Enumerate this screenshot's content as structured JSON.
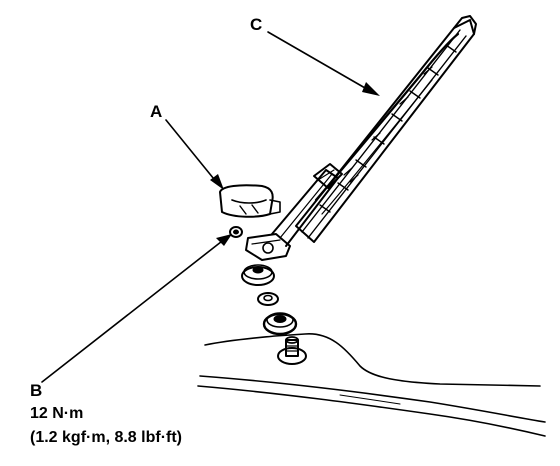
{
  "labels": {
    "a": "A",
    "b": "B",
    "c": "C"
  },
  "torque": {
    "primary": "12 N·m",
    "secondary": "(1.2 kgf·m, 8.8 lbf·ft)"
  },
  "parts": {
    "a": "wiper-arm-cap",
    "b": "wiper-arm-nut",
    "c": "wiper-arm-and-blade"
  },
  "colors": {
    "ink": "#000000",
    "paper": "#ffffff"
  }
}
